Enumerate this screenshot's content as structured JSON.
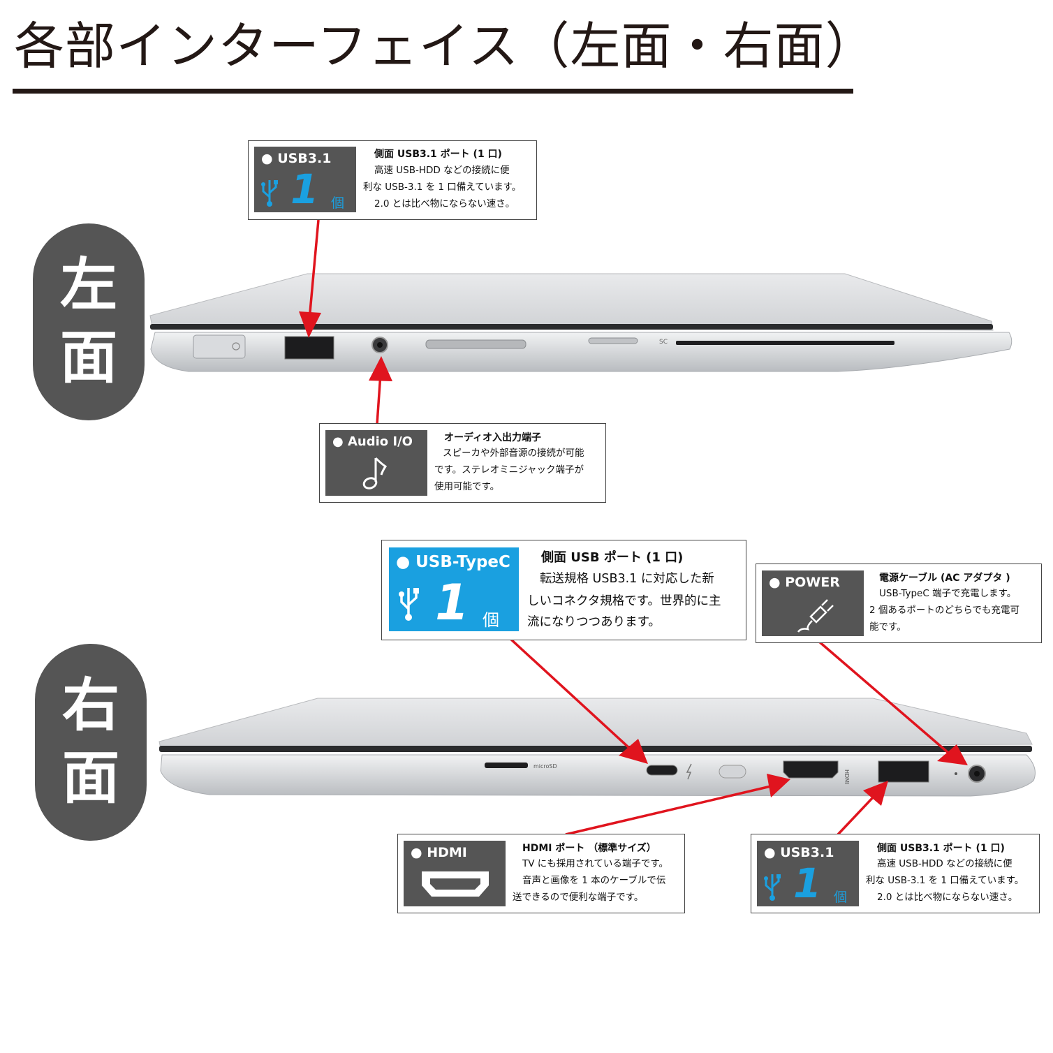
{
  "page": {
    "title": "各部インターフェイス（左面・右面）"
  },
  "sides": {
    "left": {
      "char1": "左",
      "char2": "面"
    },
    "right": {
      "char1": "右",
      "char2": "面"
    }
  },
  "callouts": {
    "left_usb": {
      "tile_label": "● USB3.1",
      "count": "1",
      "unit": "個",
      "title": "側面 USB3.1 ポート (1 口)",
      "lines": [
        "高速 USB-HDD などの接続に便",
        "利な USB-3.1 を 1 口備えています。",
        "2.0 とは比べ物にならない速さ。"
      ]
    },
    "audio": {
      "tile_label": "● Audio I/O",
      "icon": "music-note-icon",
      "title": "オーディオ入出力端子",
      "lines": [
        "スピーカや外部音源の接続が可能",
        "です。ステレオミニジャック端子が",
        "使用可能です。"
      ]
    },
    "typec": {
      "tile_label": "● USB-TypeC",
      "count": "1",
      "unit": "個",
      "title": "側面 USB ポート (1 口)",
      "lines": [
        "転送規格 USB3.1 に対応した新",
        "しいコネクタ規格です。世界的に主",
        "流になりつつあります。"
      ]
    },
    "power": {
      "tile_label": "● POWER",
      "icon": "power-plug-icon",
      "title": "電源ケーブル (AC アダプタ )",
      "lines": [
        "USB-TypeC 端子で充電します。",
        "2 個あるポートのどちらでも充電可",
        "能です。"
      ]
    },
    "hdmi": {
      "tile_label": "● HDMI",
      "icon": "hdmi-port-icon",
      "title": "HDMI ポート （標準サイズ）",
      "lines": [
        "TV にも採用されている端子です。",
        "音声と画像を 1 本のケーブルで伝",
        "送できるので便利な端子です。"
      ]
    },
    "right_usb": {
      "tile_label": "● USB3.1",
      "count": "1",
      "unit": "個",
      "title": "側面 USB3.1 ポート (1 口)",
      "lines": [
        "高速 USB-HDD などの接続に便",
        "利な USB-3.1 を 1 口備えています。",
        "2.0 とは比べ物にならない速さ。"
      ]
    }
  },
  "laptop_labels": {
    "sc_slot": "SC",
    "hdmi_port_text": "HDMI",
    "microsd_text": "microSD"
  },
  "colors": {
    "arrow": "#e0141e",
    "tile_gray": "#555555",
    "tile_blue": "#1aa0e0",
    "count_blue": "#1aa0e0",
    "title_text": "#231815"
  }
}
